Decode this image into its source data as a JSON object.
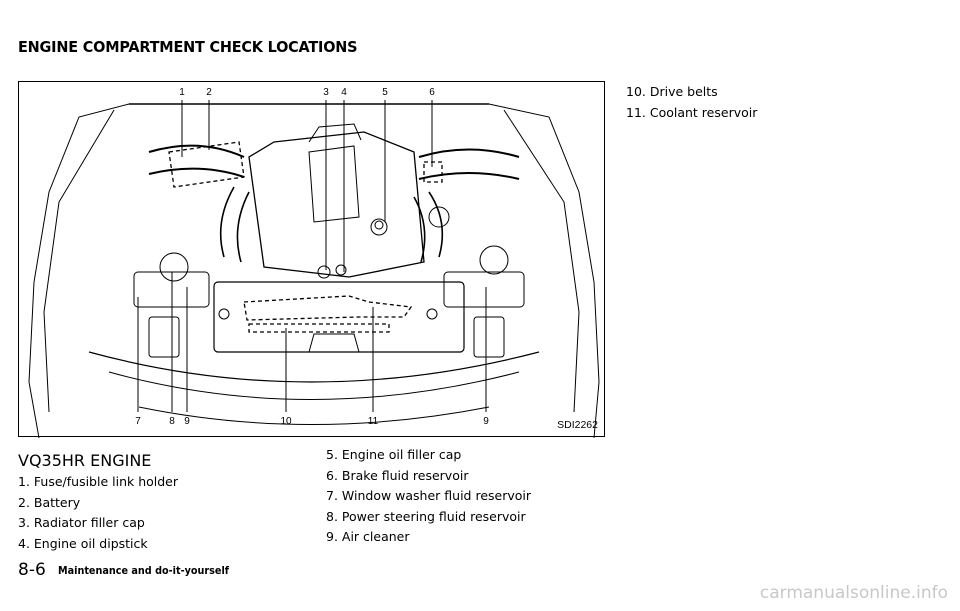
{
  "page": {
    "heading": "ENGINE COMPARTMENT CHECK LOCATIONS",
    "section_title": "VQ35HR ENGINE",
    "figure_code": "SDI2262",
    "page_number": "8-6",
    "chapter_title": "Maintenance and do-it-yourself",
    "watermark": "carmanualsonline.info"
  },
  "callouts": {
    "top": [
      "1",
      "2",
      "3",
      "4",
      "5",
      "6"
    ],
    "bottom": [
      "7",
      "8",
      "9",
      "10",
      "11",
      "9"
    ]
  },
  "list_left": [
    "1.  Fuse/fusible link holder",
    "2.  Battery",
    "3.  Radiator filler cap",
    "4.  Engine oil dipstick"
  ],
  "list_middle": [
    "5.  Engine oil filler cap",
    "6.  Brake fluid reservoir",
    "7.  Window washer fluid reservoir",
    "8.  Power steering fluid reservoir",
    "9.  Air cleaner"
  ],
  "list_right": [
    "10. Drive belts",
    "11. Coolant reservoir"
  ]
}
